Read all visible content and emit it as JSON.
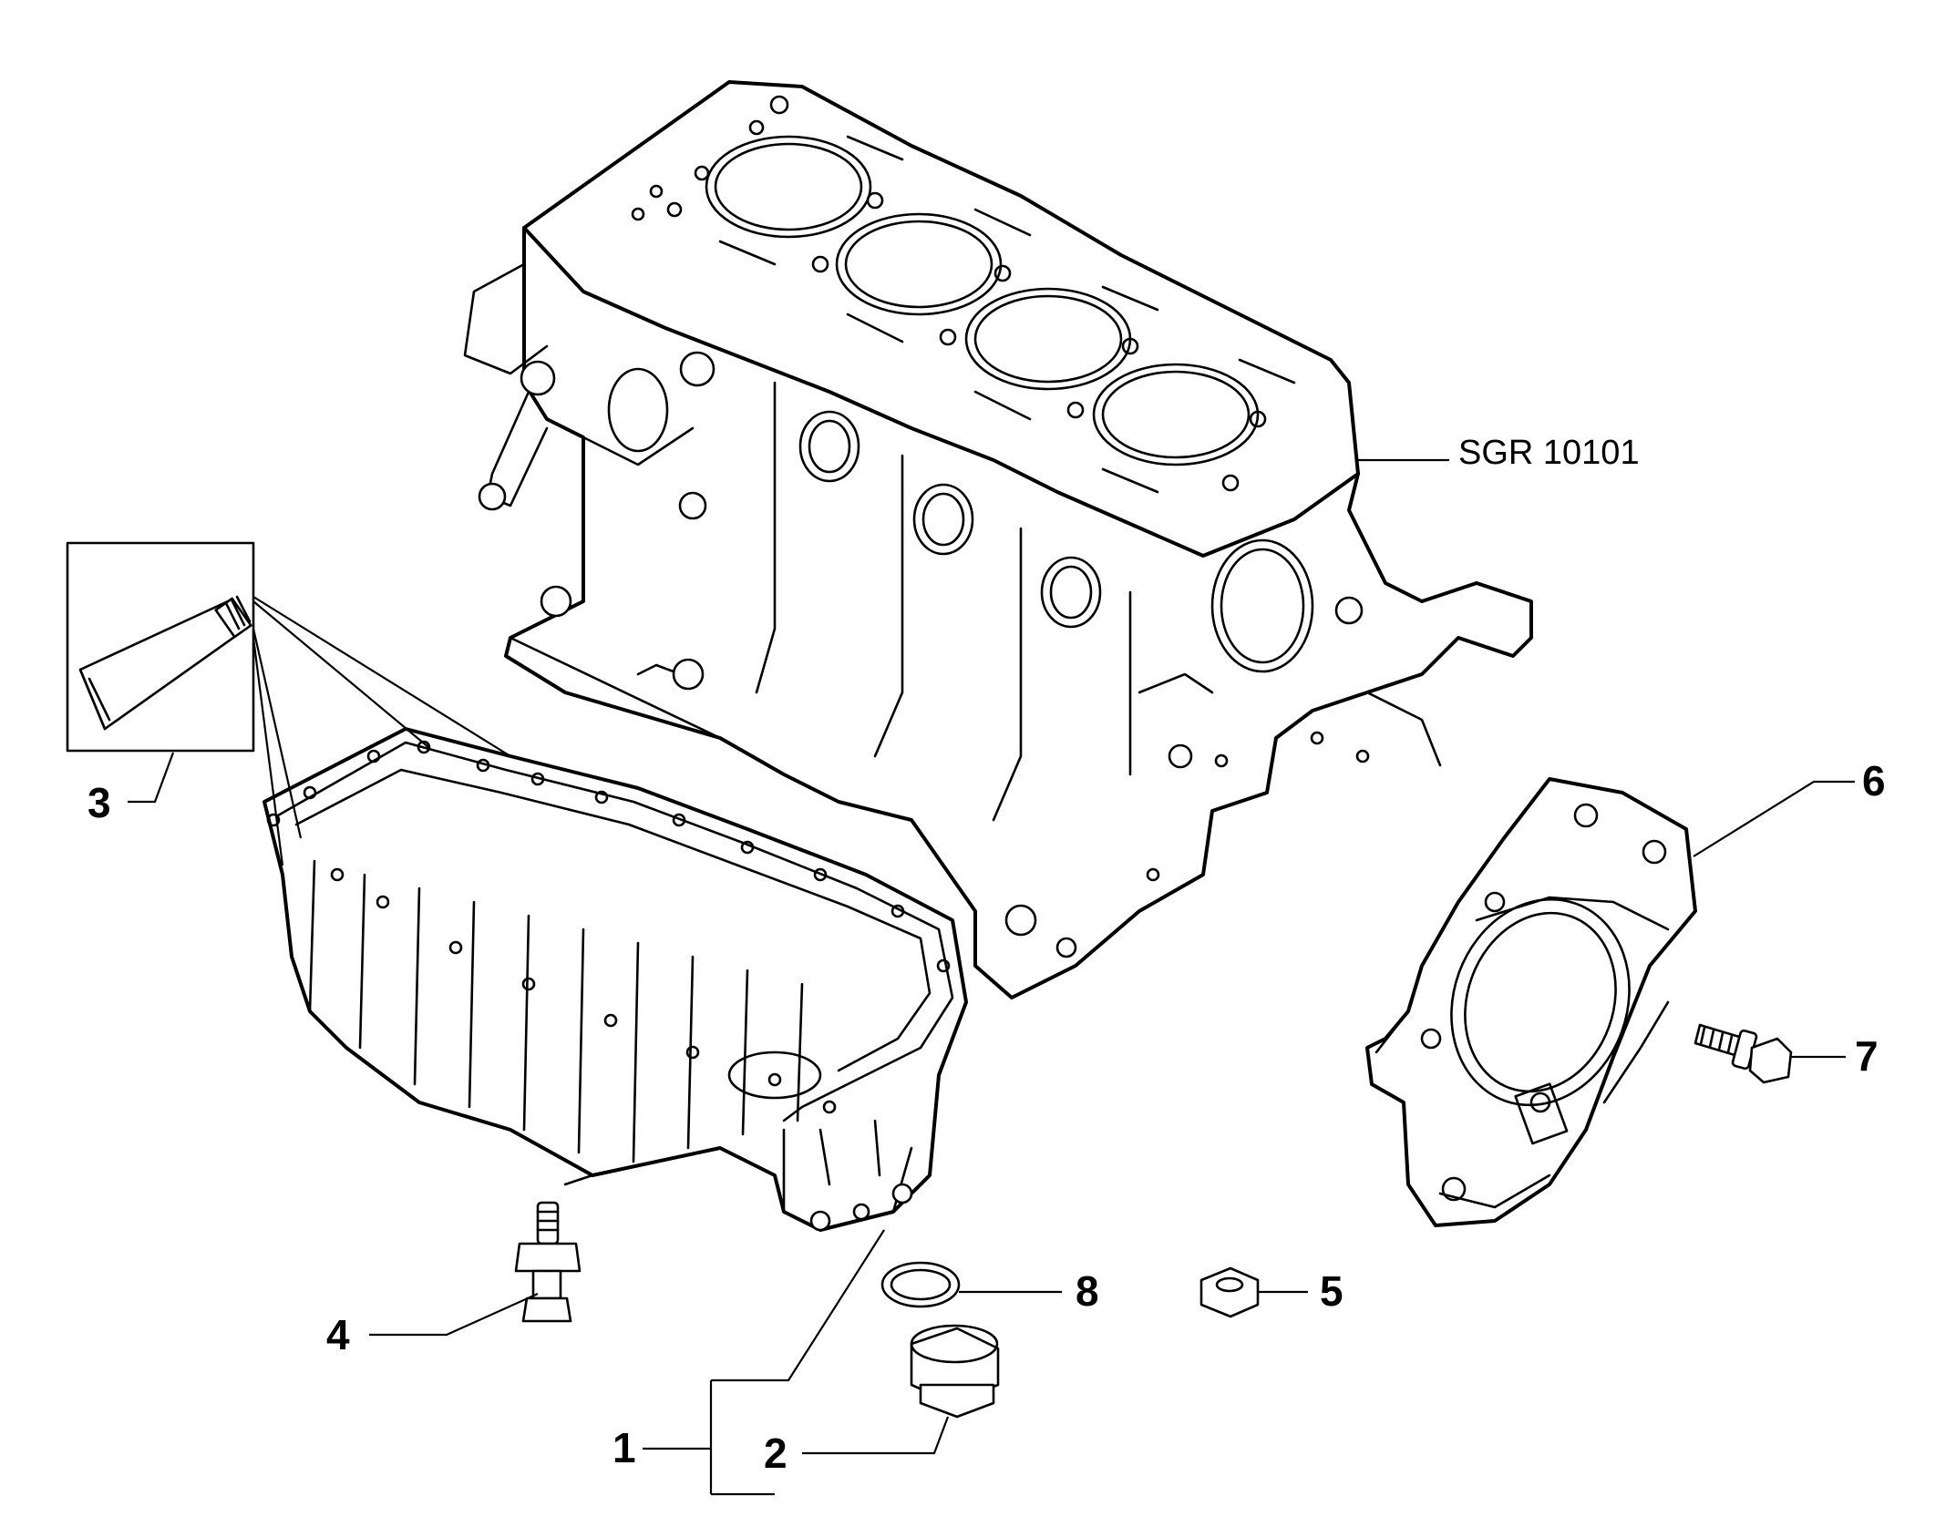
{
  "diagram": {
    "reference_code": "SGR 10101",
    "callouts": [
      {
        "id": "1",
        "label": "1"
      },
      {
        "id": "2",
        "label": "2"
      },
      {
        "id": "3",
        "label": "3"
      },
      {
        "id": "4",
        "label": "4"
      },
      {
        "id": "5",
        "label": "5"
      },
      {
        "id": "6",
        "label": "6"
      },
      {
        "id": "7",
        "label": "7"
      },
      {
        "id": "8",
        "label": "8"
      }
    ]
  }
}
